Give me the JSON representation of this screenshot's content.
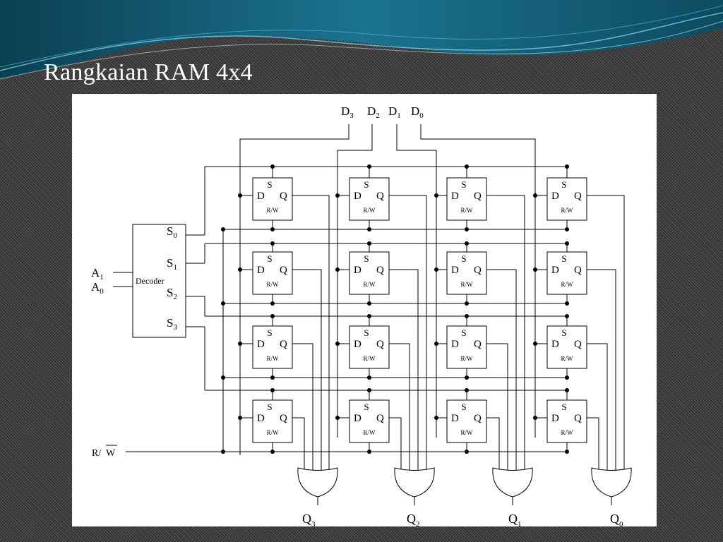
{
  "slide": {
    "title": "Rangkaian RAM 4x4"
  },
  "decoder": {
    "label": "Decoder",
    "inputs": [
      {
        "name": "A",
        "sub": "1"
      },
      {
        "name": "A",
        "sub": "0"
      }
    ],
    "outputs": [
      {
        "name": "S",
        "sub": "0"
      },
      {
        "name": "S",
        "sub": "1"
      },
      {
        "name": "S",
        "sub": "2"
      },
      {
        "name": "S",
        "sub": "3"
      }
    ]
  },
  "data_inputs": [
    {
      "name": "D",
      "sub": "3"
    },
    {
      "name": "D",
      "sub": "2"
    },
    {
      "name": "D",
      "sub": "1"
    },
    {
      "name": "D",
      "sub": "0"
    }
  ],
  "cell": {
    "select": "S",
    "data": "D",
    "out": "Q",
    "rw": "R/W"
  },
  "rw_line": {
    "label_r": "R/",
    "label_w": "W"
  },
  "outputs": [
    {
      "name": "Q",
      "sub": "3"
    },
    {
      "name": "Q",
      "sub": "2"
    },
    {
      "name": "Q",
      "sub": "1"
    },
    {
      "name": "Q",
      "sub": "0"
    }
  ],
  "colors": {
    "banner_dark": "#0e4a5c",
    "banner_light": "#2c8fa8",
    "wire": "#000000"
  }
}
